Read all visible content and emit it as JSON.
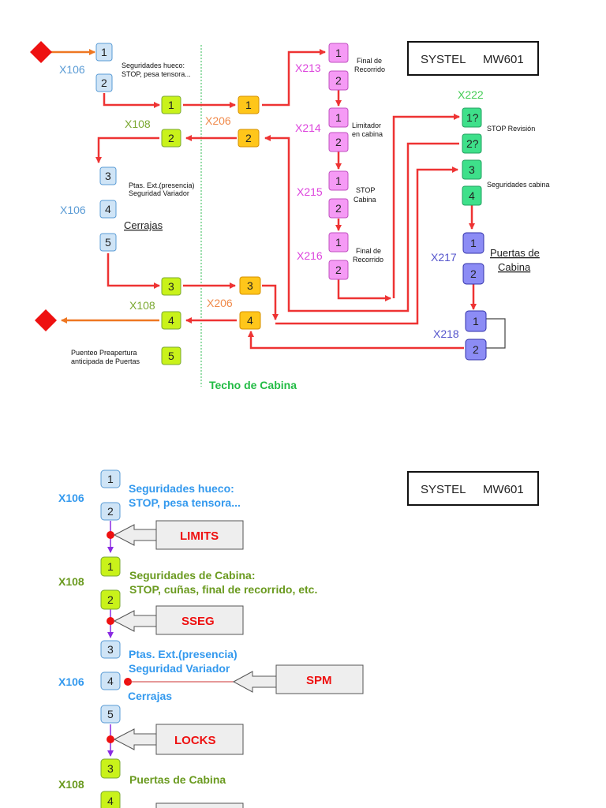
{
  "brand": {
    "name": "SYSTEL",
    "model": "MW601"
  },
  "colors": {
    "wire": "#ee3333",
    "input_wire": "#ee7722",
    "terminal": "#ee1111",
    "x106": "#cfe4f6",
    "x106_border": "#5a9bd5",
    "x106_text": "#5a9bd5",
    "x108": "#c9f21a",
    "x108_text": "#7aa830",
    "x206": "#ffc61a",
    "x206_text": "#f08a4b",
    "x21x": "#f59af5",
    "x21x_text": "#dd44dd",
    "x222": "#3ee08a",
    "x222_text": "#44cc55",
    "x217": "#8c8cf5",
    "x217_text": "#5555cc",
    "techo_text": "#22bb44",
    "bottom_blue_text": "#3399ee",
    "bottom_green_text": "#6a9a1f",
    "chain": "#8a2be2",
    "callout_text": "#ee1111"
  },
  "top": {
    "x106": {
      "label": "X106",
      "pins_a": [
        "1",
        "2"
      ],
      "note_a": [
        "Seguridades hueco:",
        "STOP, pesa tensora..."
      ],
      "pins_b": [
        "3",
        "4",
        "5"
      ],
      "note_b": [
        "Ptas. Ext.(presencia)",
        "Seguridad Variador"
      ],
      "cerrajas": "Cerrajas"
    },
    "x108_top": {
      "label": "X108",
      "pins": [
        "1",
        "2"
      ]
    },
    "x108_bottom": {
      "label": "X108",
      "pins": [
        "3",
        "4",
        "5"
      ],
      "note": [
        "Puenteo Preapertura",
        "anticipada de Puertas"
      ]
    },
    "x206_top": {
      "label": "X206",
      "pins": [
        "1",
        "2"
      ]
    },
    "x206_bottom": {
      "label": "X206",
      "pins": [
        "3",
        "4"
      ]
    },
    "x213": {
      "label": "X213",
      "pins": [
        "1",
        "2"
      ],
      "note": [
        "Final de",
        "Recorrido"
      ]
    },
    "x214": {
      "label": "X214",
      "pins": [
        "1",
        "2"
      ],
      "note": [
        "Limitador",
        "en cabina"
      ]
    },
    "x215": {
      "label": "X215",
      "pins": [
        "1",
        "2"
      ],
      "note": [
        "STOP",
        "Cabina"
      ]
    },
    "x216": {
      "label": "X216",
      "pins": [
        "1",
        "2"
      ],
      "note": [
        "Final de",
        "Recorrido"
      ]
    },
    "x222": {
      "label": "X222",
      "pins": [
        "1?",
        "2?",
        "3",
        "4"
      ],
      "note_a": "STOP Revisión",
      "note_b": "Seguridades cabina"
    },
    "x217": {
      "label": "X217",
      "pins": [
        "1",
        "2"
      ],
      "note": [
        "Puertas de",
        "Cabina"
      ]
    },
    "x218": {
      "label": "X218",
      "pins": [
        "1",
        "2"
      ]
    },
    "techo": "Techo de Cabina"
  },
  "bottom": {
    "x106a": {
      "label": "X106",
      "pins": [
        "1",
        "2"
      ],
      "note": [
        "Seguridades hueco:",
        "STOP, pesa tensora..."
      ]
    },
    "limits": "LIMITS",
    "x108a": {
      "label": "X108",
      "pins": [
        "1",
        "2"
      ],
      "note": [
        "Seguridades de Cabina:",
        "STOP, cuñas, final de recorrido, etc."
      ]
    },
    "sseg": "SSEG",
    "x106b": {
      "label": "X106",
      "pins": [
        "3",
        "4",
        "5"
      ],
      "note": [
        "Ptas. Ext.(presencia)",
        "Seguridad Variador"
      ],
      "cerrajas": "Cerrajas"
    },
    "spm": "SPM",
    "locks": "LOCKS",
    "x108b": {
      "label": "X108",
      "pins": [
        "3",
        "4"
      ],
      "note": "Puertas de Cabina"
    }
  }
}
